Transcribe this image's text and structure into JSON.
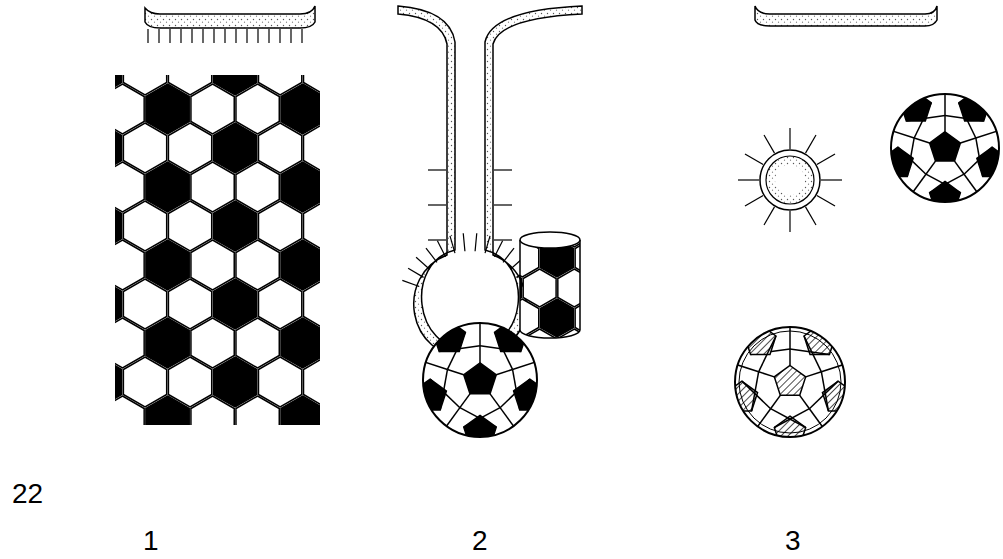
{
  "diagram": {
    "labels": [
      "22",
      "1",
      "2",
      "3"
    ]
  }
}
